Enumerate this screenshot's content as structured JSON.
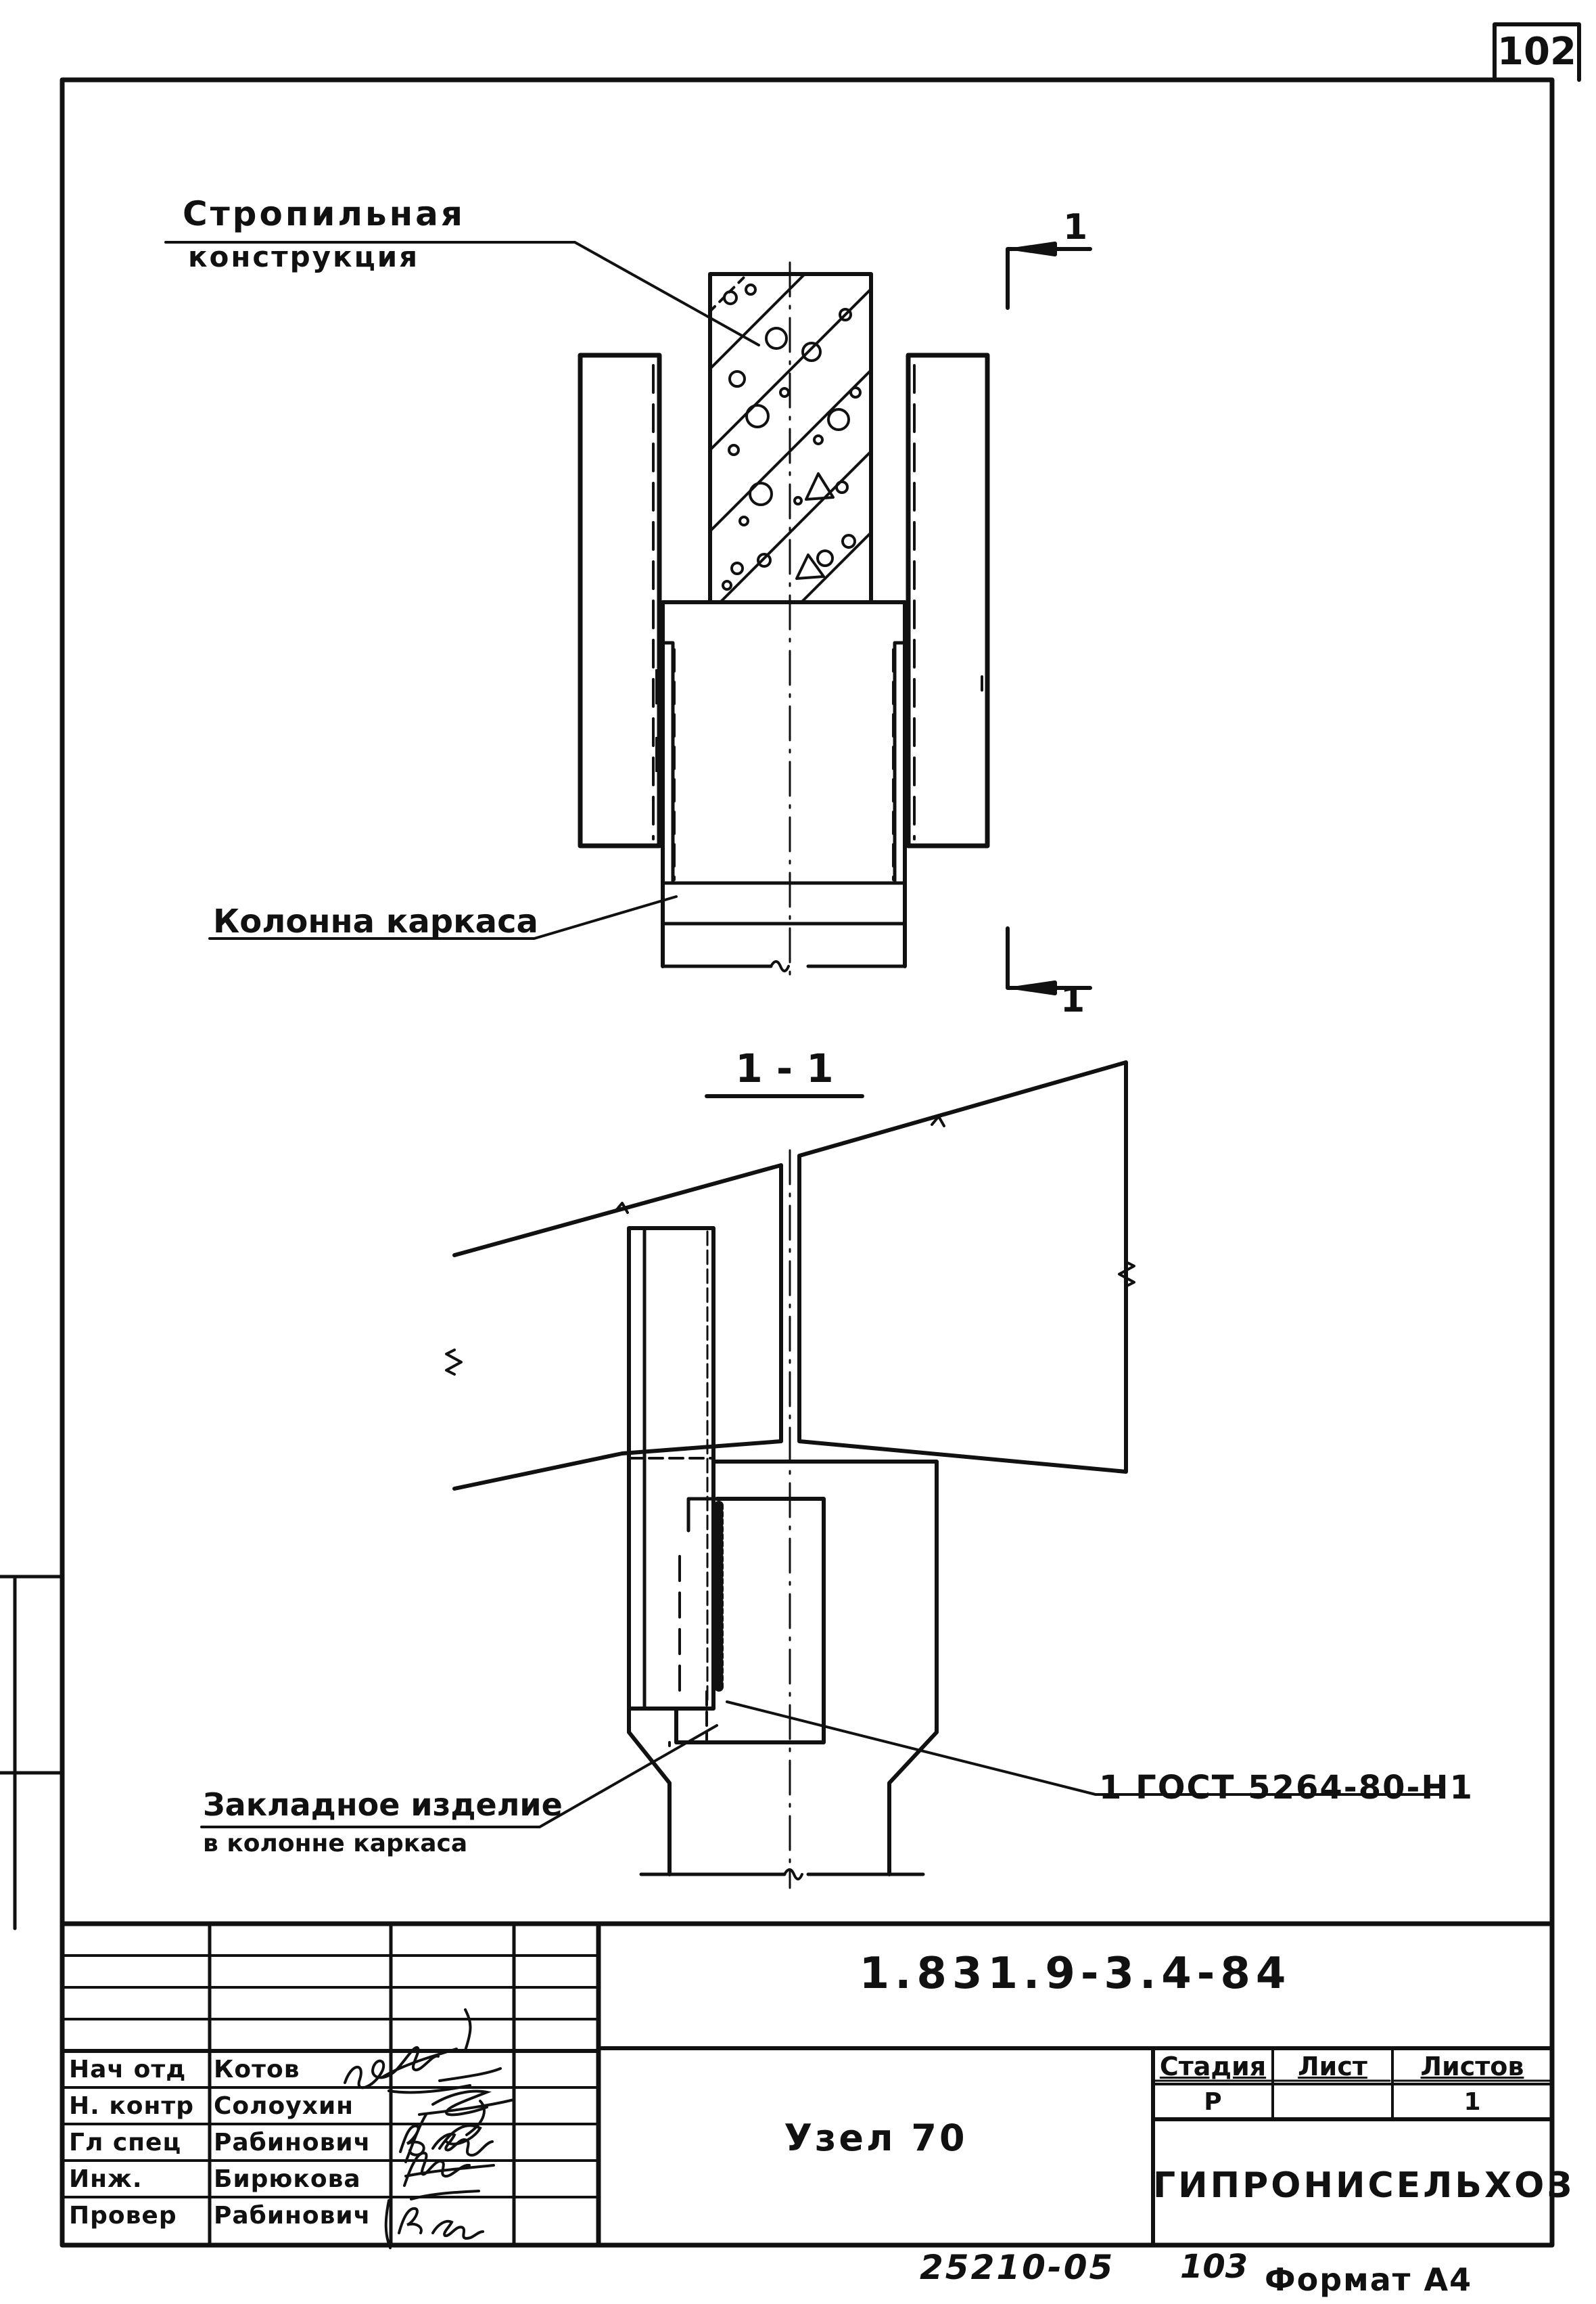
{
  "page_number": "102",
  "labels": {
    "rafter_line1": "Стропильная",
    "rafter_line2": "конструкция",
    "column": "Колонна каркаса",
    "embed_line1": "Закладное изделие",
    "embed_line2": "в колонне каркаса",
    "weld": "1 ГОСТ 5264-80-Н1",
    "section": "1 - 1",
    "cut_mark": "1"
  },
  "stamp": {
    "doc_code": "1.831.9-3.4-84",
    "title": "Узел 70",
    "stage_label": "Стадия",
    "sheet_label": "Лист",
    "sheets_label": "Листов",
    "stage_value": "Р",
    "sheet_value": "",
    "sheets_value": "1",
    "organization": "ГИПРОНИСЕЛЬХОЗ",
    "rows": [
      {
        "role": "Нач отд",
        "name": "Котов"
      },
      {
        "role": "Н. контр",
        "name": "Солоухин"
      },
      {
        "role": "Гл спец",
        "name": "Рабинович"
      },
      {
        "role": "Инж.",
        "name": "Бирюкова"
      },
      {
        "role": "Провер",
        "name": "Рабинович"
      }
    ]
  },
  "footer": {
    "code": "25210-05",
    "number": "103",
    "format": "Формат А4"
  }
}
